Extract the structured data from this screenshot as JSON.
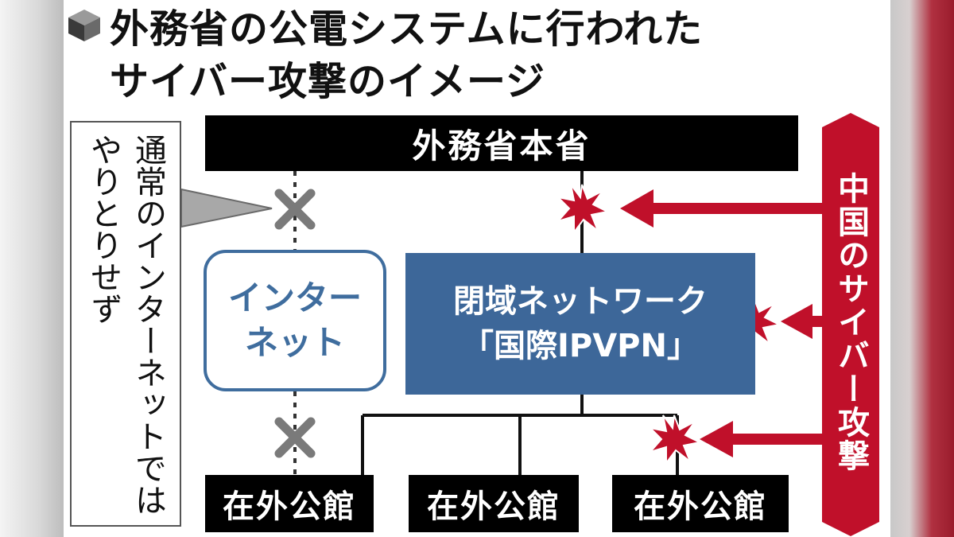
{
  "title": {
    "line1": "外務省の公電システムに行われた",
    "line2": "サイバー攻撃のイメージ"
  },
  "nodes": {
    "headquarters": "外務省本省",
    "internet": "インター\nネット",
    "closed_network": "閉域ネットワーク\n「国際IPVPN」",
    "embassies": [
      "在外公館",
      "在外公館",
      "在外公館"
    ]
  },
  "note": "通常のインターネットではやりとりせず",
  "attack": {
    "label": "中国のサイバー攻撃",
    "color": "#c0102a"
  },
  "colors": {
    "network_blue": "#3d6799",
    "internet_blue": "#3f6d9e",
    "block_gray": "#7a7a7a"
  },
  "icons": [
    "cube-icon",
    "cross-icon",
    "explosion-icon",
    "arrow-icon"
  ]
}
